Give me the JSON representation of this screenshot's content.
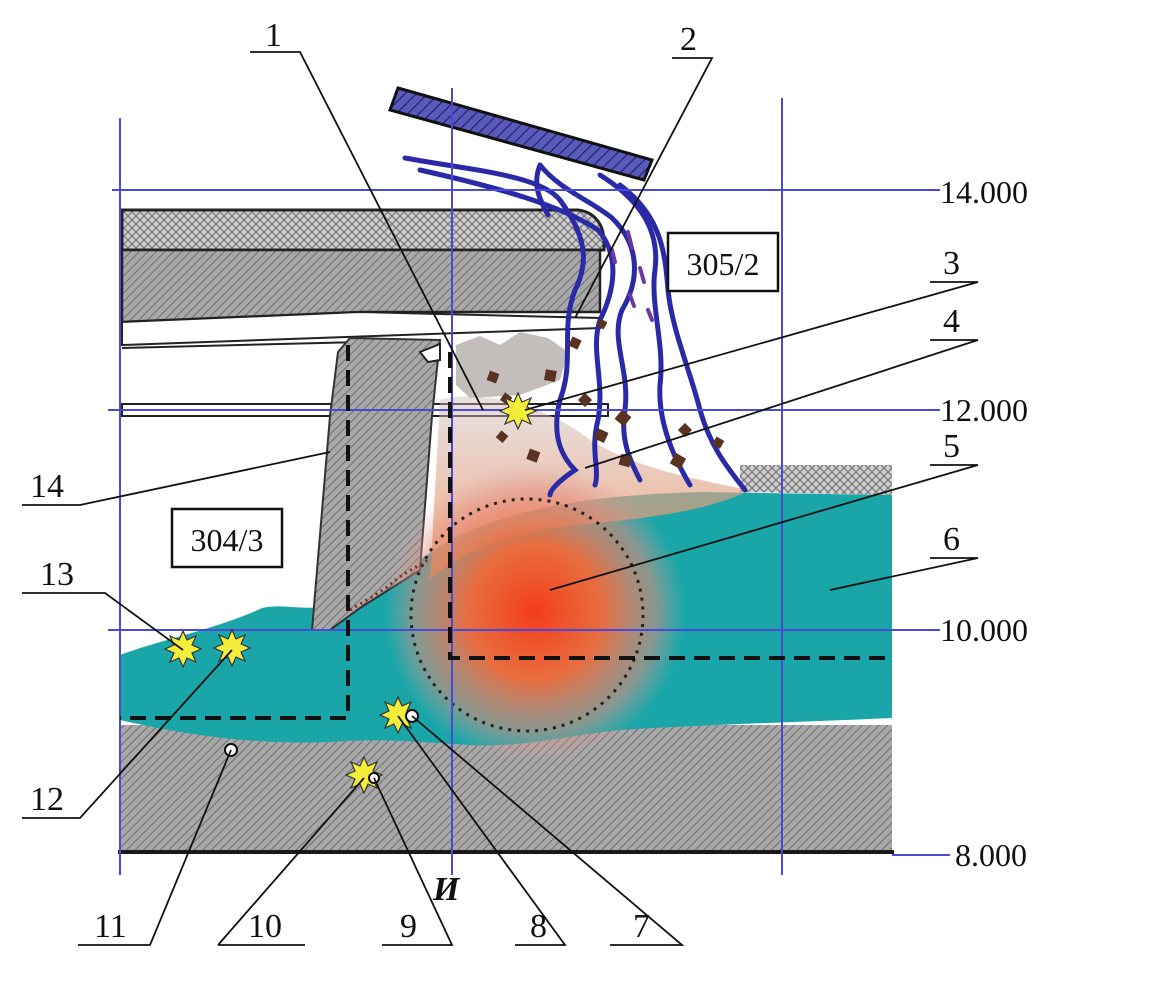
{
  "diagram": {
    "level_labels": [
      "14.000",
      "12.000",
      "10.000",
      "8.000"
    ],
    "room_labels": [
      "305/2",
      "304/3"
    ],
    "axis_label": "И",
    "callouts": [
      "1",
      "2",
      "3",
      "4",
      "5",
      "6",
      "7",
      "8",
      "9",
      "10",
      "11",
      "12",
      "13",
      "14"
    ],
    "colors": {
      "grid": "#4a4ad8",
      "water": "#1aa6a8",
      "concrete": "#a5a5a5",
      "fire": "#f04a1e",
      "pipes": "#2a2aa8",
      "debris": "#5a3320",
      "spark": "#f4ee3a"
    }
  }
}
